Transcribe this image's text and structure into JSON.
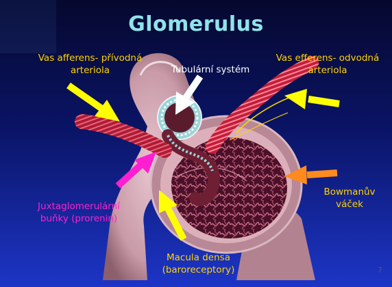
{
  "slide": {
    "title": "Glomerulus",
    "page_number": "7",
    "labels": {
      "vas_afferens_line1": "Vas afferens- přívodná",
      "vas_afferens_line2": "arteriola",
      "tubular_system": "Tubulární systém",
      "vas_efferens_line1": "Vas efferens- odvodná",
      "vas_efferens_line2": "arteriola",
      "bowman_line1": "Bowmanův",
      "bowman_line2": "váček",
      "juxta_line1": "Juxtaglomerulární",
      "juxta_line2": "buňky (prorenin)",
      "macula_line1": "Macula densa",
      "macula_line2": "(baroreceptory)"
    },
    "colors": {
      "label_yellow": "#ffd400",
      "label_white": "#ffffff",
      "label_magenta": "#ff22cc",
      "arrow_yellow": "#ffff00",
      "arrow_orange": "#ff8a1e",
      "arrow_magenta": "#ff1fd0",
      "title_cyan": "#8fe3ea"
    }
  }
}
